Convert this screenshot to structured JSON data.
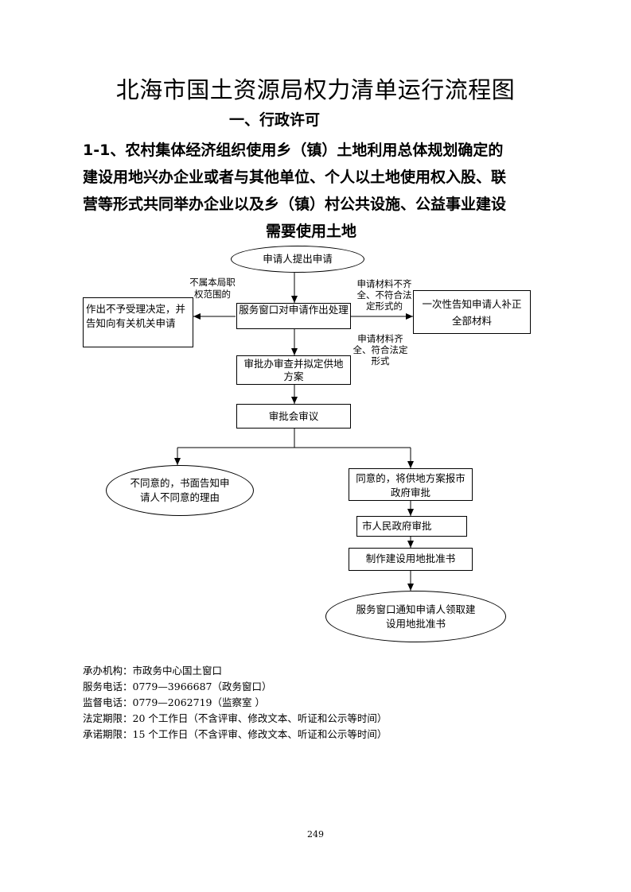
{
  "document": {
    "title": "北海市国土资源局权力清单运行流程图",
    "subtitle": "一、行政许可",
    "heading_lines": [
      "1-1、农村集体经济组织使用乡（镇）土地利用总体规划确定的",
      "建设用地兴办企业或者与其他单位、个人以土地使用权入股、联",
      "营等形式共同举办企业以及乡（镇）村公共设施、公益事业建设",
      "需要使用土地"
    ]
  },
  "flow": {
    "start": "申请人提出申请",
    "process": "服务窗口对申请作出处理",
    "reject": "作出不予受理决定，并告知向有关机关申请",
    "supplement": "一次性告知申请人补正全部材料",
    "review": "审批办审查并拟定供地方案",
    "meeting": "审批会审议",
    "disagree": "不同意的，书面告知申请人不同意的理由",
    "agree": "同意的，将供地方案报市政府审批",
    "gov": "市人民政府审批",
    "make": "制作建设用地批准书",
    "notify": "服务窗口通知申请人领取建设用地批准书",
    "note_not_scope": "不属本局职权范围的",
    "note_incomplete": "申请材料不齐全、不符合法定形式的",
    "note_complete": "申请材料齐全、符合法定形式"
  },
  "footer": {
    "agency": "承办机构：市政务中心国土窗口",
    "service_phone": "服务电话：0779—3966687（政务窗口）",
    "supervise_phone": "监督电话：0779—2062719（监察室  ）",
    "legal_period": "法定期限：20 个工作日（不含评审、修改文本、听证和公示等时间）",
    "promise_period": "承诺期限：15 个工作日（不含评审、修改文本、听证和公示等时间）"
  },
  "page_number": "249"
}
